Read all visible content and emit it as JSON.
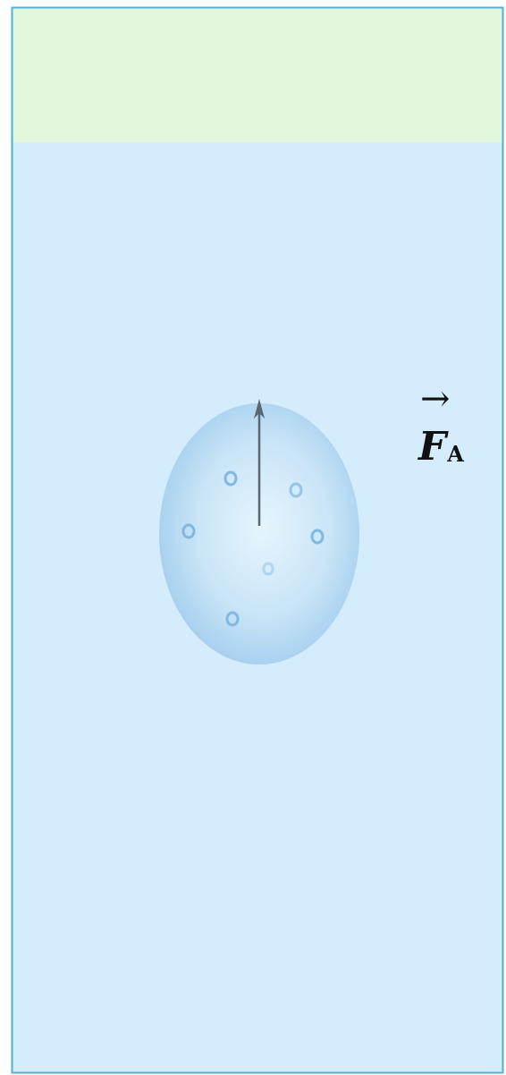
{
  "diagram": {
    "colors": {
      "air": "#e2f7dc",
      "water": "#d4ecfb",
      "frame": "#4fb1d6",
      "ball_light": "#e7f5fd",
      "ball_mid": "#b8dbf3",
      "ball_dark": "#9cc9ec",
      "bubble": "#7fb8e2",
      "force_arrow": "#5a6672",
      "text": "#111111"
    },
    "force": {
      "symbol": "F",
      "subscript": "A",
      "vector_mark": "→"
    },
    "icons": {
      "vector_arrow": "right-arrow-glyph",
      "force_arrow": "upward-arrow"
    }
  }
}
